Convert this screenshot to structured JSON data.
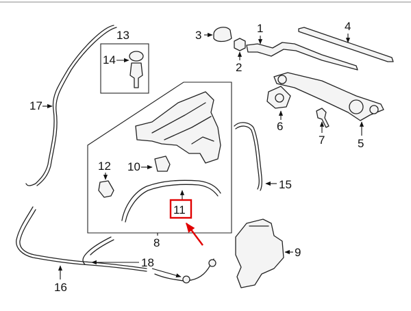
{
  "callouts": {
    "c1": "1",
    "c2": "2",
    "c3": "3",
    "c4": "4",
    "c5": "5",
    "c6": "6",
    "c7": "7",
    "c8": "8",
    "c9": "9",
    "c10": "10",
    "c11": "11",
    "c12": "12",
    "c13": "13",
    "c14": "14",
    "c15": "15",
    "c16": "16",
    "c17": "17",
    "c18": "18"
  },
  "colors": {
    "highlight": "#e10000",
    "line": "#222222",
    "background": "#ffffff"
  }
}
